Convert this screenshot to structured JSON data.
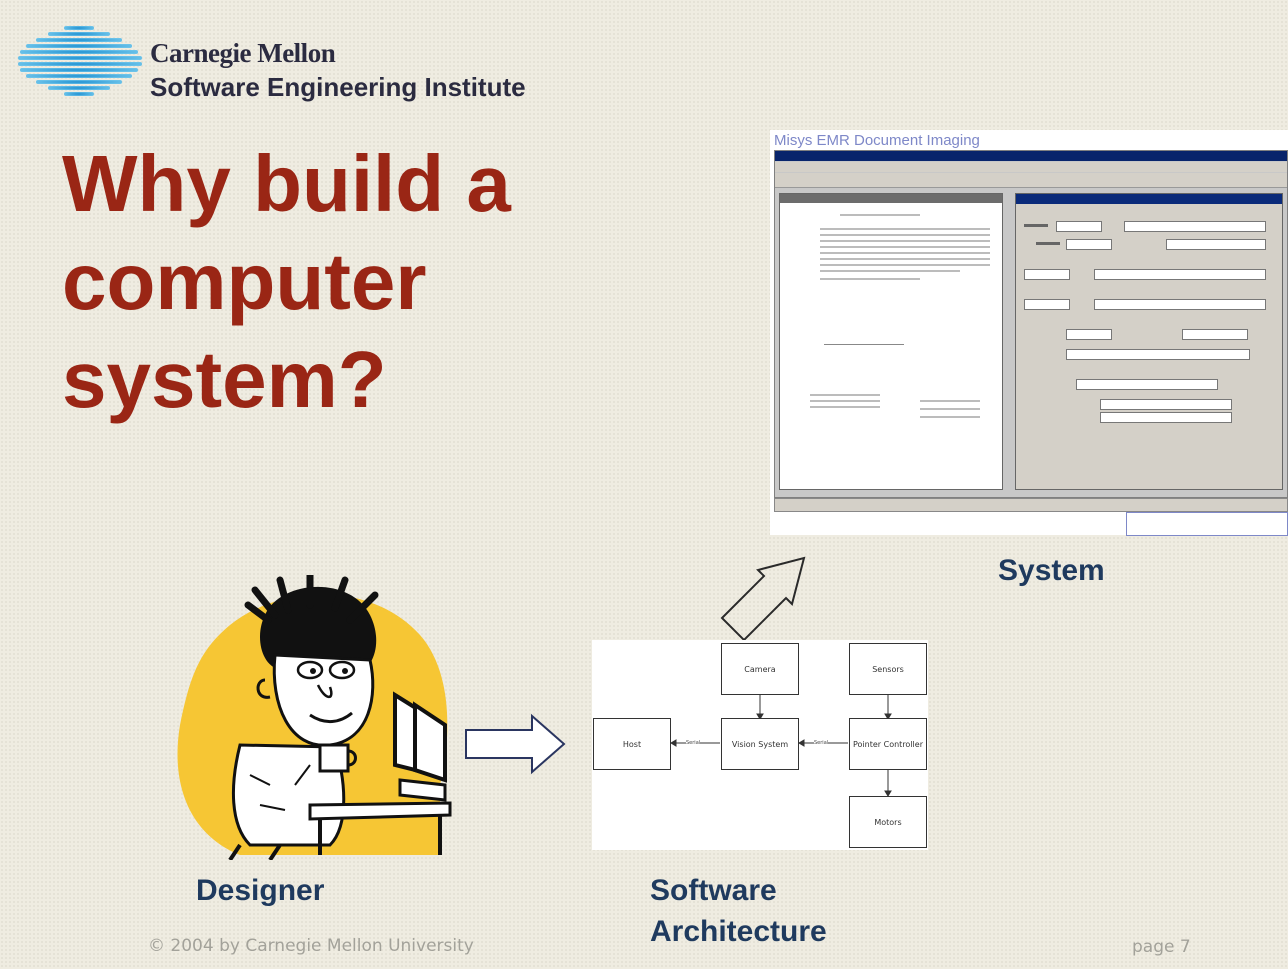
{
  "header": {
    "org_line1": "Carnegie Mellon",
    "org_line2": "Software Engineering Institute",
    "logo_icon": "sei-logo-icon"
  },
  "slide": {
    "title": "Why build a computer system?",
    "captions": {
      "system": "System",
      "designer": "Designer",
      "architecture": "Software Architecture"
    }
  },
  "system_screenshot": {
    "heading": "Misys EMR Document Imaging"
  },
  "architecture": {
    "boxes": {
      "camera": "Camera",
      "sensors": "Sensors",
      "host": "Host",
      "vision_system": "Vision System",
      "pointer_controller": "Pointer Controller",
      "motors": "Motors"
    },
    "link_label": "Serial"
  },
  "footer": {
    "copyright": "© 2004 by Carnegie Mellon University",
    "page": "page 7"
  },
  "colors": {
    "title": "#9a2615",
    "caption": "#1f3a5e",
    "background": "#efece1"
  }
}
